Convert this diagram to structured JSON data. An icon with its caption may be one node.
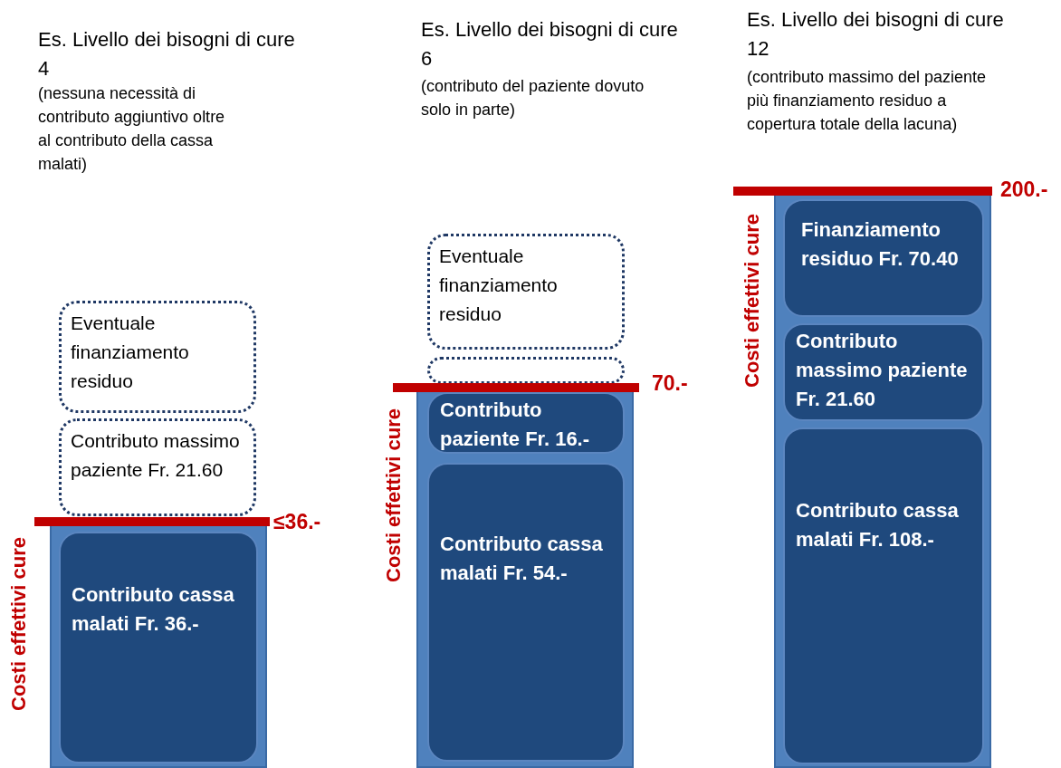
{
  "diagram": {
    "nodes": [
      {
        "text": [],
        "shape": "bar"
      },
      {
        "text": [
          "Eventuale finanziamento residuo"
        ]
      },
      {
        "text": [
          "Contributo massimo paziente Fr. 21.60"
        ]
      },
      {
        "text": [
          "Contributo cassa malati  Fr. 36.-"
        ],
        "in": 0
      },
      {
        "text": [],
        "shape": "bar"
      },
      {
        "text": [
          "Eventuale finanziamento residuo"
        ]
      },
      {
        "text": [],
        "shape": "box"
      },
      {
        "text": [
          "Contributo paziente Fr. 16.-"
        ],
        "in": 4
      },
      {
        "text": [
          "Contributo cassa malati Fr. 54.-"
        ],
        "in": 4
      },
      {
        "text": [],
        "shape": "bar"
      },
      {
        "text": [
          "Finanziamento residuo Fr. 70.40"
        ],
        "in": 9
      },
      {
        "text": [
          "Contributo massimo paziente Fr. 21.60"
        ],
        "in": 9
      },
      {
        "text": [
          "Contributo cassa malati Fr. 108.-"
        ],
        "in": 9
      }
    ],
    "edges": [],
    "labels": [
      "Es. Livello dei bisogni di cure 4",
      "(nessuna necessità di contributo aggiuntivo oltre al contributo della cassa malati)",
      "≤36.-",
      "Costi effettivi cure",
      "Es. Livello dei bisogni di cure 6",
      "(contributo del paziente dovuto solo in parte)",
      "70.-",
      "Costi effettivi cure",
      "Es. Livello dei bisogni di cure 12",
      "(contributo massimo del paziente più finanziamento residuo a copertura totale della lacuna)",
      "200.-",
      "Costi effettivi cure"
    ]
  }
}
